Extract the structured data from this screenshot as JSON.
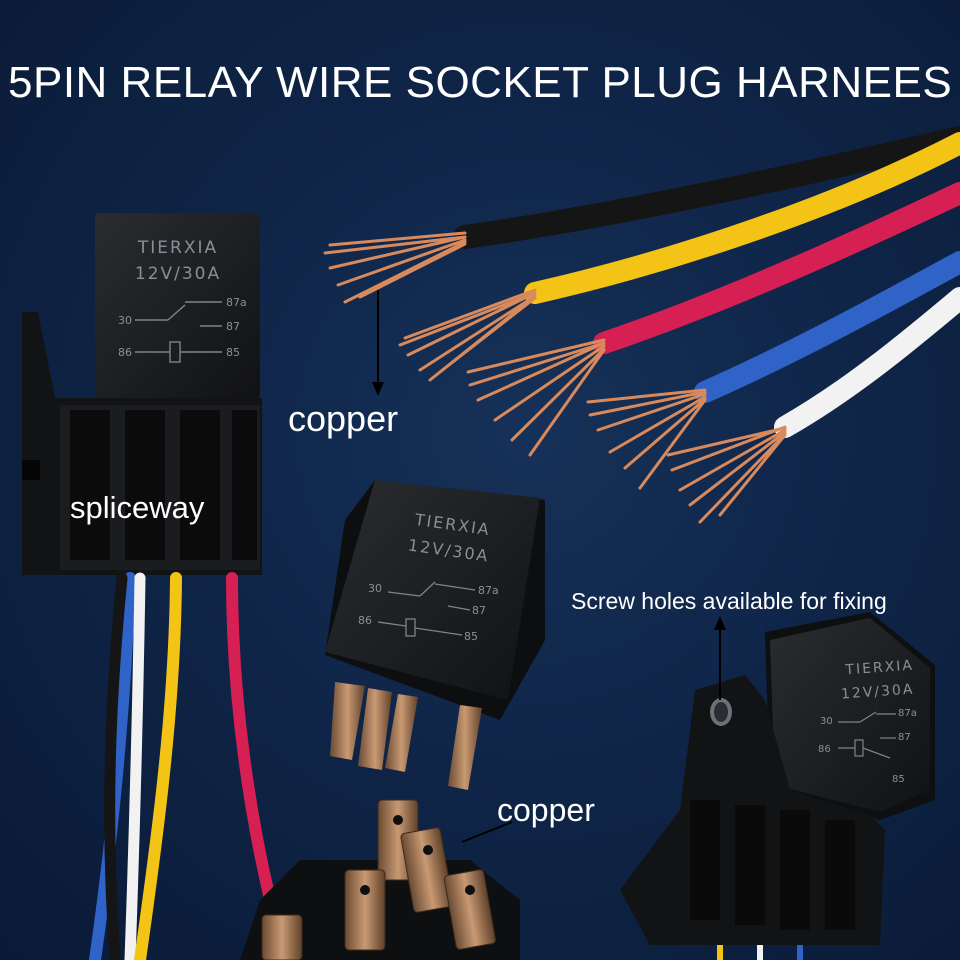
{
  "title": "5PIN RELAY WIRE SOCKET PLUG HARNEES",
  "labels": {
    "copper_top": "copper",
    "spliceway": "spliceway",
    "screw_holes": "Screw holes available for fixing",
    "copper_bottom": "copper"
  },
  "relay": {
    "brand": "TIERXIA",
    "rating": "12V/30A",
    "pins": [
      "30",
      "87a",
      "87",
      "86",
      "85"
    ]
  },
  "colors": {
    "background": "#0f2548",
    "wire_black": "#151515",
    "wire_yellow": "#f3c416",
    "wire_red": "#d61f52",
    "wire_blue": "#2f63c8",
    "wire_white": "#f2f2f2",
    "copper": "#d98a5c"
  }
}
